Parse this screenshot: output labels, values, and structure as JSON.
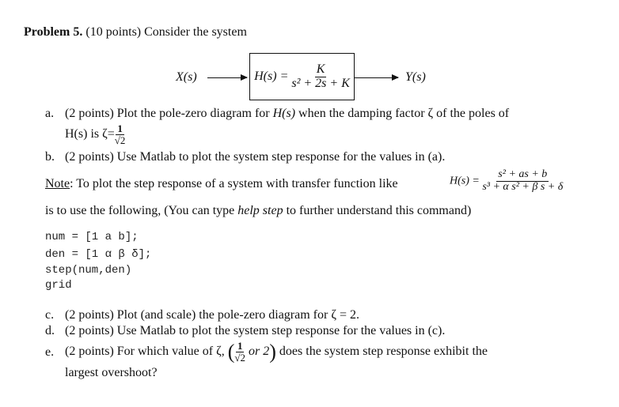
{
  "title": {
    "bold": "Problem 5.",
    "rest": " (10 points) Consider the system"
  },
  "diagram": {
    "input": "X(s)",
    "output": "Y(s)",
    "h_lhs": "H(s) =",
    "h_num": "K",
    "h_den": "s² + 2s + K"
  },
  "items": {
    "a": {
      "label": "a.",
      "text1": "(2 points) Plot the pole-zero diagram for ",
      "h": "H(s)",
      "text2": " when the damping factor ζ of the poles of",
      "line2": "H(s) is ζ=",
      "num": "1",
      "den": "√2"
    },
    "b": {
      "label": "b.",
      "text": "(2 points) Use Matlab to plot the system step response for the values in (a)."
    },
    "c": {
      "label": "c.",
      "text": "(2 points) Plot (and scale) the pole-zero diagram for ζ = 2."
    },
    "d": {
      "label": "d.",
      "text": "(2 points) Use Matlab to plot the system step response for the values in (c)."
    },
    "e": {
      "label": "e.",
      "text1": "(2 points) For which value of ζ, ",
      "num": "1",
      "den": "√2",
      "or": " or 2",
      "text2": " does the system step response exhibit the",
      "line2": "largest overshoot?"
    }
  },
  "note": {
    "label": "Note",
    "text": ": To plot the step response of a system with transfer function like",
    "h_lhs": "H(s) =",
    "h_num": "s² + as + b",
    "h_den": "s³ + α s² + β s + δ",
    "line2a": "is to use the following, (You can type ",
    "line2i": "help step",
    "line2b": " to further understand this command)"
  },
  "code": [
    "num = [1 a b];",
    "den = [1 α β δ];",
    "step(num,den)",
    "grid"
  ]
}
